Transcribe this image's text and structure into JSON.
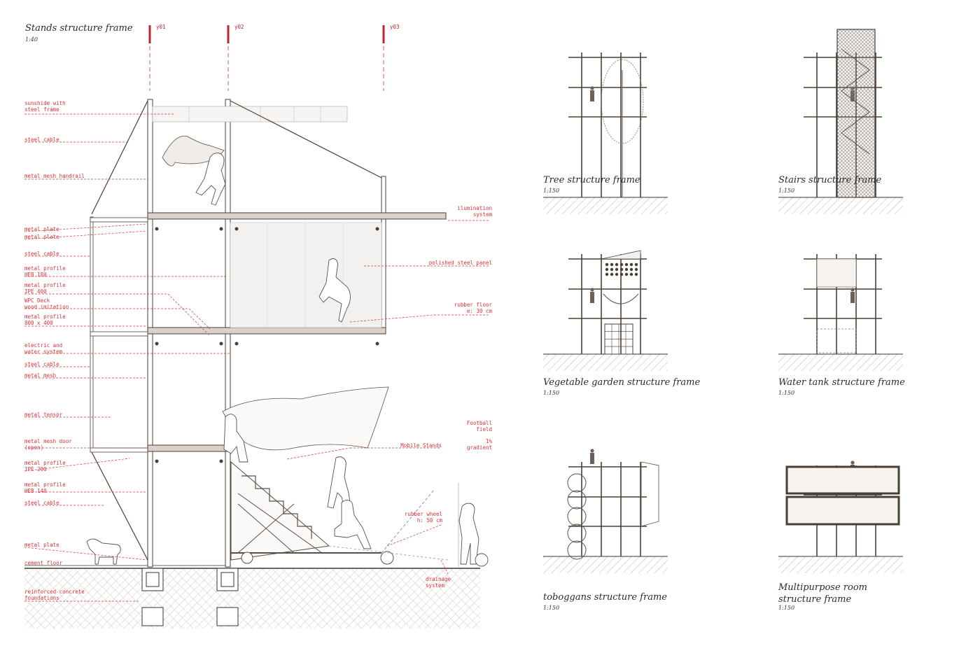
{
  "main": {
    "title": "Stands structure frame",
    "scale": "1:40",
    "axes": [
      "y01",
      "y02",
      "y03"
    ],
    "labels_left": [
      "sunshide with\nsteel frame",
      "steel cable",
      "metal mesh handrail",
      "metal plate",
      "metal plate",
      "steel cable",
      "metal profile\nHEB 180",
      "metal profile\nIPE 400",
      "WPC Deck\nwood imitation",
      "metal profile\n800 x 400",
      "electric and\nwater system",
      "steel cable",
      "metal mesh",
      "metal tensor",
      "metal mesh door\n(open)",
      "metal profile\nIPE 200",
      "metal profile\nHEB 140",
      "steel cable",
      "metal plate",
      "cement floor",
      "reinforced concrete\nfoundations"
    ],
    "labels_right": [
      "ilumination\nsystem",
      "polished steel panel",
      "rubber floor\ne: 30 cm",
      "Mobile Stands",
      "rubber wheel\nh: 50 cm",
      "drainage\nsystem",
      "Football\nfield",
      "1%\ngradient"
    ]
  },
  "frames": [
    {
      "title": "Tree structure frame",
      "scale": "1:150"
    },
    {
      "title": "Stairs structure frame",
      "scale": "1:150"
    },
    {
      "title": "Vegetable garden structure frame",
      "scale": "1:150"
    },
    {
      "title": "Water tank structure frame",
      "scale": "1:150"
    },
    {
      "title": "toboggans structure frame",
      "scale": "1:150"
    },
    {
      "title": "Multipurpose room structure frame",
      "scale": "1:150"
    }
  ],
  "colors": {
    "accent": "#d8333a",
    "line": "#4a3f37",
    "hatch": "#b5aca4"
  }
}
